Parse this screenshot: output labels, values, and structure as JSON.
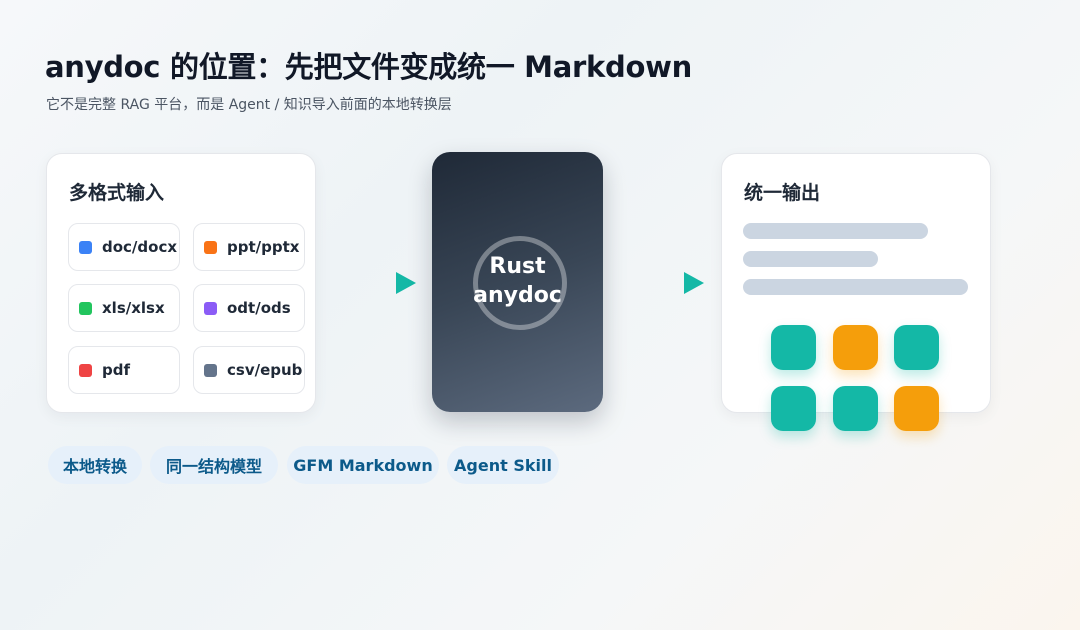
{
  "title": "anydoc 的位置：先把文件变成统一 Markdown",
  "subtitle": "它不是完整 RAG 平台，而是 Agent / 知识导入前面的本地转换层",
  "input": {
    "heading": "多格式输入",
    "formats": [
      {
        "label": "doc/docx",
        "color": "#3b82f6"
      },
      {
        "label": "ppt/pptx",
        "color": "#f97316"
      },
      {
        "label": "xls/xlsx",
        "color": "#22c55e"
      },
      {
        "label": "odt/ods",
        "color": "#8b5cf6"
      },
      {
        "label": "pdf",
        "color": "#ef4444"
      },
      {
        "label": "csv/epub",
        "color": "#64748b"
      }
    ]
  },
  "core": {
    "line1": "Rust",
    "line2": "anydoc"
  },
  "output": {
    "heading": "统一输出",
    "tiles": [
      "teal",
      "amber",
      "teal",
      "teal",
      "teal",
      "amber"
    ]
  },
  "colors": {
    "arrow": "#14b8a6",
    "teal": "#14b8a6",
    "amber": "#f59e0b",
    "tag_bg": "#e6f0fa",
    "tag_text": "#0c5a8a"
  },
  "tags": [
    "本地转换",
    "同一结构模型",
    "GFM Markdown",
    "Agent Skill"
  ]
}
